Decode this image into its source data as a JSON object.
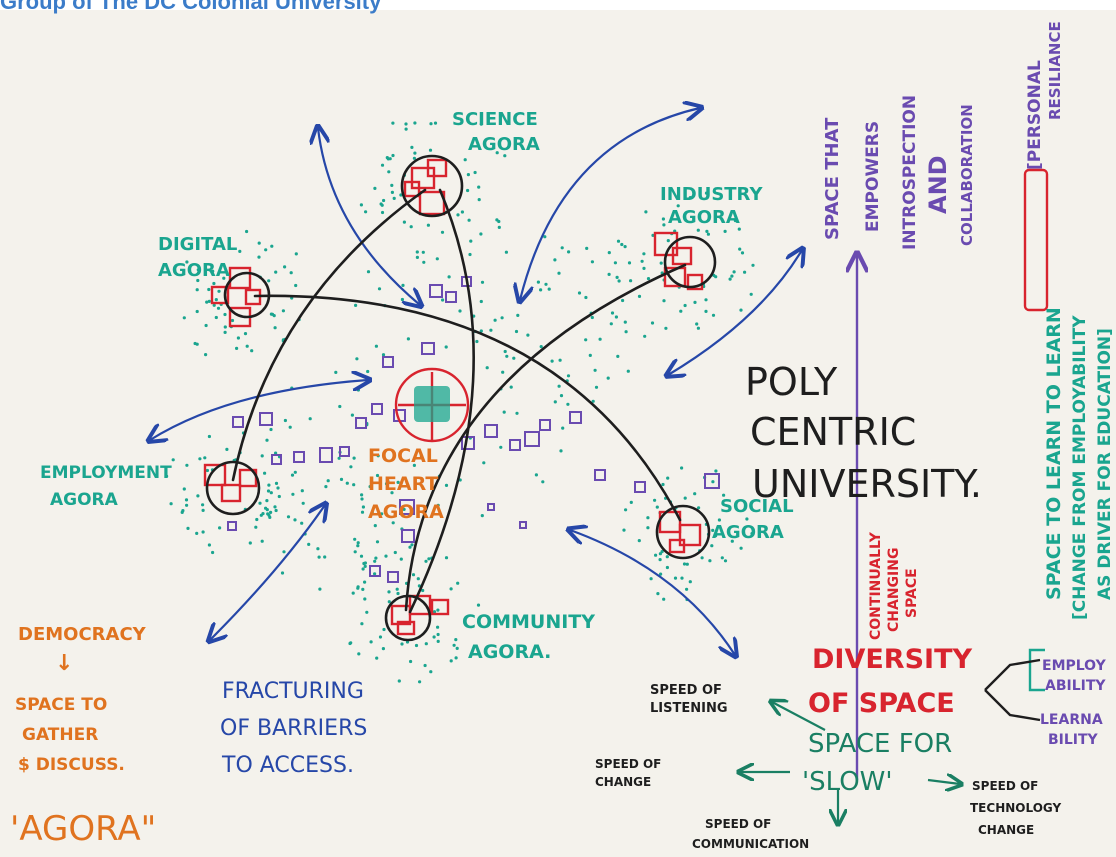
{
  "caption": "Group of The DC Colonial University",
  "agoras": {
    "science": [
      "SCIENCE",
      "AGORA"
    ],
    "industry": [
      "INDUSTRY",
      "AGORA"
    ],
    "digital": [
      "DIGITAL",
      "AGORA"
    ],
    "employment": [
      "EMPLOYMENT",
      "AGORA"
    ],
    "social": [
      "SOCIAL",
      "AGORA"
    ],
    "community": [
      "COMMUNITY",
      "AGORA."
    ],
    "focal": [
      "FOCAL",
      "HEART",
      "AGORA"
    ]
  },
  "title": [
    "POLY",
    "CENTRIC",
    "UNIVERSITY."
  ],
  "left_notes": {
    "democracy": "DEMOCRACY",
    "arrow": "↓",
    "space_to": "SPACE TO",
    "gather": "GATHER",
    "discuss": "$ DISCUSS.",
    "agora": "'AGORA\""
  },
  "fracturing": [
    "FRACTURING",
    "OF BARRIERS",
    "TO ACCESS."
  ],
  "diversity": [
    "DIVERSITY",
    "OF SPACE"
  ],
  "continually": [
    "CONTINUALLY",
    "CHANGING",
    "SPACE"
  ],
  "vertical_notes": {
    "space_that": "SPACE THAT",
    "empowers": "EMPOWERS",
    "introspection": "INTROSPECTION",
    "and": "AND",
    "collaboration": "COLLABORATION",
    "personal": "[PERSONAL",
    "resiliance": "RESILIANCE",
    "space_to_learn": "SPACE TO LEARN TO LEARN",
    "change_from": "[CHANGE FROM EMPLOYABILITY",
    "as_driver": "AS DRIVER FOR EDUCATION]"
  },
  "branches": {
    "employ": "EMPLOY",
    "ability": "ABILITY",
    "learna": "LEARNA",
    "bility": "BILITY"
  },
  "slow": {
    "space_for": "SPACE FOR",
    "slow": "'SLOW'",
    "speed_listening": [
      "SPEED OF",
      "LISTENING"
    ],
    "speed_change": [
      "SPEED OF",
      "CHANGE"
    ],
    "speed_communication": [
      "SPEED OF",
      "COMMUNICATION"
    ],
    "speed_technology": [
      "SPEED OF",
      "TECHNOLOGY",
      "CHANGE"
    ]
  },
  "colors": {
    "teal": "#1aa58f",
    "orange": "#e0731f",
    "blue": "#2647a8",
    "purple": "#6a4bb0",
    "red": "#d8242e",
    "black": "#1e1e1e",
    "paper": "#f4f2ec",
    "caption": "#3b7cc9"
  }
}
